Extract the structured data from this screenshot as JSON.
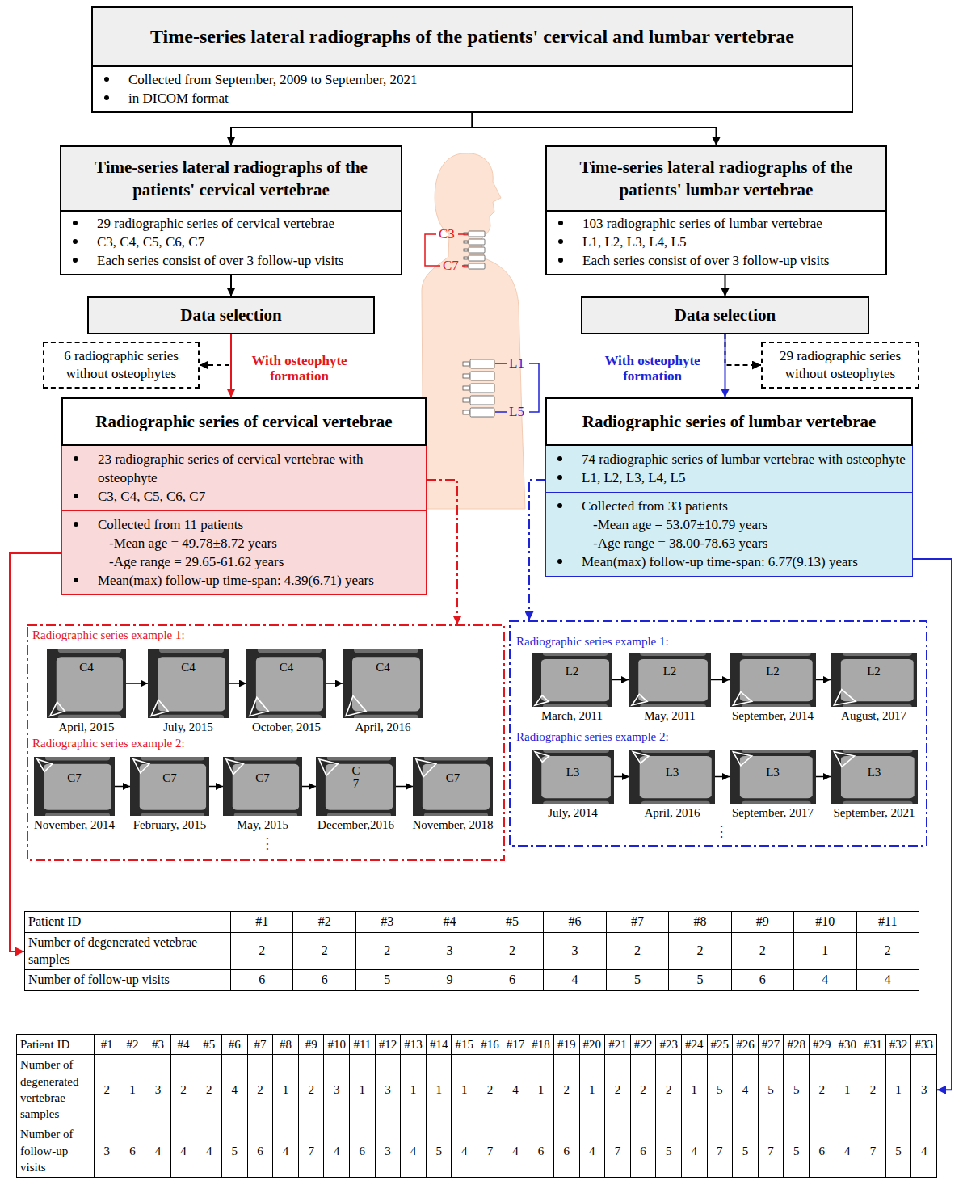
{
  "diagram": {
    "nodes": [
      {
        "text": [
          "Time-series lateral radiographs of the patients' cervical and lumbar vertebrae",
          "Collected from September, 2009 to September, 2021",
          "in DICOM format"
        ]
      },
      {
        "text": [
          "Time-series lateral radiographs of the patients' cervical vertebrae",
          "29 radiographic series of cervical vertebrae",
          "C3, C4, C5, C6, C7",
          "Each series consist of over 3 follow-up visits"
        ]
      },
      {
        "text": [
          "Time-series lateral radiographs of the patients' lumbar vertebrae",
          "103 radiographic series of lumbar vertebrae",
          "L1, L2, L3, L4, L5",
          "Each series consist of over 3 follow-up visits"
        ]
      },
      {
        "text": [
          "Data selection"
        ]
      },
      {
        "text": [
          "Data selection"
        ]
      },
      {
        "text": [
          "6 radiographic series without osteophytes"
        ]
      },
      {
        "text": [
          "29 radiographic series without osteophytes"
        ]
      },
      {
        "text": [
          "Radiographic series of cervical vertebrae",
          "23 radiographic series of cervical vertebrae with osteophyte",
          "C3, C4, C5, C6, C7",
          "Collected from 11 patients",
          "-Mean age = 49.78±8.72 years",
          "-Age range = 29.65-61.62 years",
          "Mean(max) follow-up time-span: 4.39(6.71) years"
        ]
      },
      {
        "text": [
          "Radiographic series of lumbar vertebrae",
          "74 radiographic series of lumbar vertebrae with osteophyte",
          "L1, L2, L3, L4, L5",
          "Collected from 33 patients",
          "-Mean age = 53.07±10.79 years",
          "-Age range = 38.00-78.63 years",
          "Mean(max) follow-up time-span: 6.77(9.13) years"
        ]
      },
      {
        "text": [
          "Radiographic series example 1:",
          "Radiographic series example 2:",
          "⋮"
        ]
      },
      {
        "text": [
          "C4",
          "April, 2015"
        ],
        "in": 9
      },
      {
        "text": [
          "C4",
          "July, 2015"
        ],
        "in": 9
      },
      {
        "text": [
          "C4",
          "October, 2015"
        ],
        "in": 9
      },
      {
        "text": [
          "C4",
          "April, 2016"
        ],
        "in": 9
      },
      {
        "text": [
          "C7",
          "November, 2014"
        ],
        "in": 9
      },
      {
        "text": [
          "C7",
          "February, 2015"
        ],
        "in": 9
      },
      {
        "text": [
          "C7",
          "May, 2015"
        ],
        "in": 9
      },
      {
        "text": [
          "C 7",
          "December,2016"
        ],
        "in": 9
      },
      {
        "text": [
          "C7",
          "November, 2018"
        ],
        "in": 9
      },
      {
        "text": [
          "Radiographic series example 1:",
          "Radiographic series example 2:",
          "⋮"
        ]
      },
      {
        "text": [
          "L2",
          "March, 2011"
        ],
        "in": 19
      },
      {
        "text": [
          "L2",
          "May, 2011"
        ],
        "in": 19
      },
      {
        "text": [
          "L2",
          "September, 2014"
        ],
        "in": 19
      },
      {
        "text": [
          "L2",
          "August, 2017"
        ],
        "in": 19
      },
      {
        "text": [
          "L3",
          "July, 2014"
        ],
        "in": 19
      },
      {
        "text": [
          "L3",
          "April, 2016"
        ],
        "in": 19
      },
      {
        "text": [
          "L3",
          "September, 2017"
        ],
        "in": 19
      },
      {
        "text": [
          "L3",
          "September, 2021"
        ],
        "in": 19
      },
      {
        "text": [
          "Patient ID",
          "#1",
          "#2",
          "#3",
          "#4",
          "#5",
          "#6",
          "#7",
          "#8",
          "#9",
          "#10",
          "#11",
          "Number of degenerated vetebrae samples",
          "2",
          "2",
          "2",
          "3",
          "2",
          "3",
          "2",
          "2",
          "2",
          "1",
          "2",
          "Number of follow-up visits",
          "6",
          "6",
          "5",
          "9",
          "6",
          "4",
          "5",
          "5",
          "6",
          "4",
          "4"
        ]
      },
      {
        "text": [
          "Patient ID",
          "#1",
          "#2",
          "#3",
          "#4",
          "#5",
          "#6",
          "#7",
          "#8",
          "#9",
          "#10",
          "#11",
          "#12",
          "#13",
          "#14",
          "#15",
          "#16",
          "#17",
          "#18",
          "#19",
          "#20",
          "#21",
          "#22",
          "#23",
          "#24",
          "#25",
          "#26",
          "#27",
          "#28",
          "#29",
          "#30",
          "#31",
          "#32",
          "#33",
          "Number of degenerated vertebrae samples",
          "2",
          "1",
          "3",
          "2",
          "2",
          "4",
          "2",
          "1",
          "2",
          "3",
          "1",
          "3",
          "1",
          "1",
          "1",
          "2",
          "4",
          "1",
          "2",
          "1",
          "2",
          "2",
          "2",
          "1",
          "5",
          "4",
          "5",
          "5",
          "2",
          "1",
          "2",
          "1",
          "3",
          "Number of follow-up visits",
          "3",
          "6",
          "4",
          "4",
          "4",
          "5",
          "6",
          "4",
          "7",
          "4",
          "6",
          "3",
          "4",
          "5",
          "4",
          "7",
          "4",
          "6",
          "6",
          "4",
          "7",
          "6",
          "5",
          "4",
          "7",
          "5",
          "7",
          "5",
          "6",
          "4",
          "7",
          "5",
          "4"
        ]
      }
    ],
    "edges": [
      {
        "from": 0,
        "to": 1,
        "arrow": "to"
      },
      {
        "from": 0,
        "to": 2,
        "arrow": "to"
      },
      {
        "from": 1,
        "to": 3,
        "arrow": "to"
      },
      {
        "from": 2,
        "to": 4,
        "arrow": "to"
      },
      {
        "from": 3,
        "to": 7,
        "label": "With osteophyte formation",
        "arrow": "to"
      },
      {
        "from": 3,
        "to": 5,
        "arrow": "to"
      },
      {
        "from": 4,
        "to": 8,
        "label": "With osteophyte formation",
        "arrow": "to"
      },
      {
        "from": 4,
        "to": 6,
        "arrow": "to"
      },
      {
        "from": 7,
        "to": 9,
        "arrow": "to"
      },
      {
        "from": 8,
        "to": 19,
        "arrow": "to"
      },
      {
        "from": 7,
        "to": 28,
        "arrow": "to"
      },
      {
        "from": 8,
        "to": 29,
        "arrow": "to"
      },
      {
        "from": 10,
        "to": 11,
        "arrow": "to"
      },
      {
        "from": 11,
        "to": 12,
        "arrow": "to"
      },
      {
        "from": 12,
        "to": 13,
        "arrow": "to"
      },
      {
        "from": 14,
        "to": 15,
        "arrow": "to"
      },
      {
        "from": 15,
        "to": 16,
        "arrow": "to"
      },
      {
        "from": 16,
        "to": 17,
        "arrow": "to"
      },
      {
        "from": 17,
        "to": 18,
        "arrow": "to"
      },
      {
        "from": 20,
        "to": 21,
        "arrow": "to"
      },
      {
        "from": 21,
        "to": 22,
        "arrow": "to"
      },
      {
        "from": 22,
        "to": 23,
        "arrow": "to"
      },
      {
        "from": 24,
        "to": 25,
        "arrow": "to"
      },
      {
        "from": 25,
        "to": 26,
        "arrow": "to"
      },
      {
        "from": 26,
        "to": 27,
        "arrow": "to"
      }
    ],
    "labels": [
      "C3",
      "C7",
      "L1",
      "L5"
    ]
  }
}
